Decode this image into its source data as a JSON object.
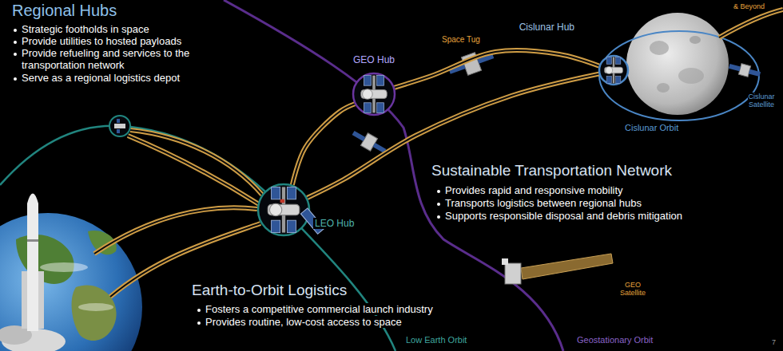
{
  "diagram": {
    "nodes": [
      {
        "text": [
          "LEO Hub"
        ]
      },
      {
        "text": [
          "GEO Hub"
        ]
      },
      {
        "text": [
          "Cislunar Hub"
        ]
      }
    ],
    "edges": [
      {
        "from": 0,
        "to": 1,
        "arrow": "none"
      },
      {
        "from": 0,
        "to": 2,
        "arrow": "none"
      },
      {
        "from": 1,
        "to": 2,
        "arrow": "none"
      }
    ],
    "labels": [
      "Regional Hubs",
      "Strategic footholds in space",
      "Provide utilities to hosted payloads",
      "Provide refueling and services to the transportation network",
      "Serve as a regional logistics depot",
      "Space Tug",
      "& Beyond",
      "Cislunar Orbit",
      "Cislunar Satellite",
      "Sustainable Transportation Network",
      "Provides rapid and responsive mobility",
      "Transports logistics between regional hubs",
      "Supports responsible disposal and debris mitigation",
      "GEO Satellite",
      "Earth-to-Orbit Logistics",
      "Fosters a competitive commercial launch industry",
      "Provides routine, low-cost access to space",
      "Low Earth Orbit",
      "Geostationary Orbit",
      "7"
    ]
  }
}
